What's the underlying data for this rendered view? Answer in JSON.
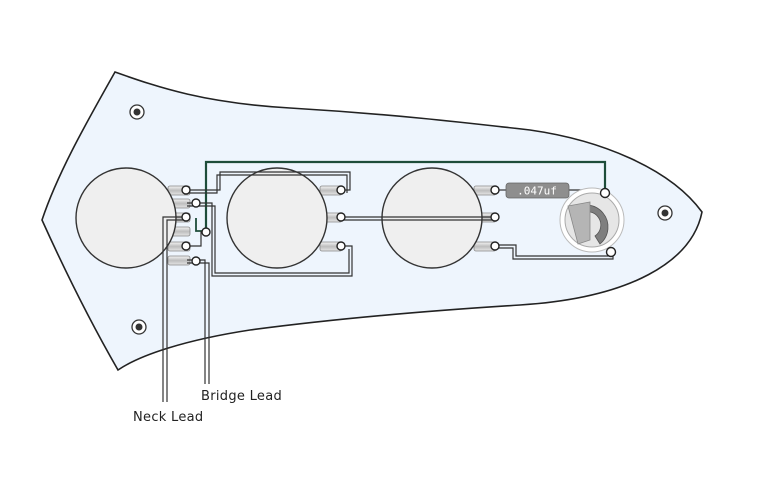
{
  "labels": {
    "capacitor": ".047uf",
    "bridge_lead": "Bridge Lead",
    "neck_lead": "Neck Lead"
  },
  "colors": {
    "plate_fill": "#eef5fd",
    "plate_stroke": "#222222",
    "pot_fill": "#efefef",
    "ground_wire": "#1e4d3a",
    "wire": "#333333",
    "capacitor": "#8e8e8e"
  },
  "components": {
    "pots": [
      "volume-pot-neck",
      "volume-pot-bridge",
      "tone-pot"
    ],
    "jack": "output-jack"
  }
}
